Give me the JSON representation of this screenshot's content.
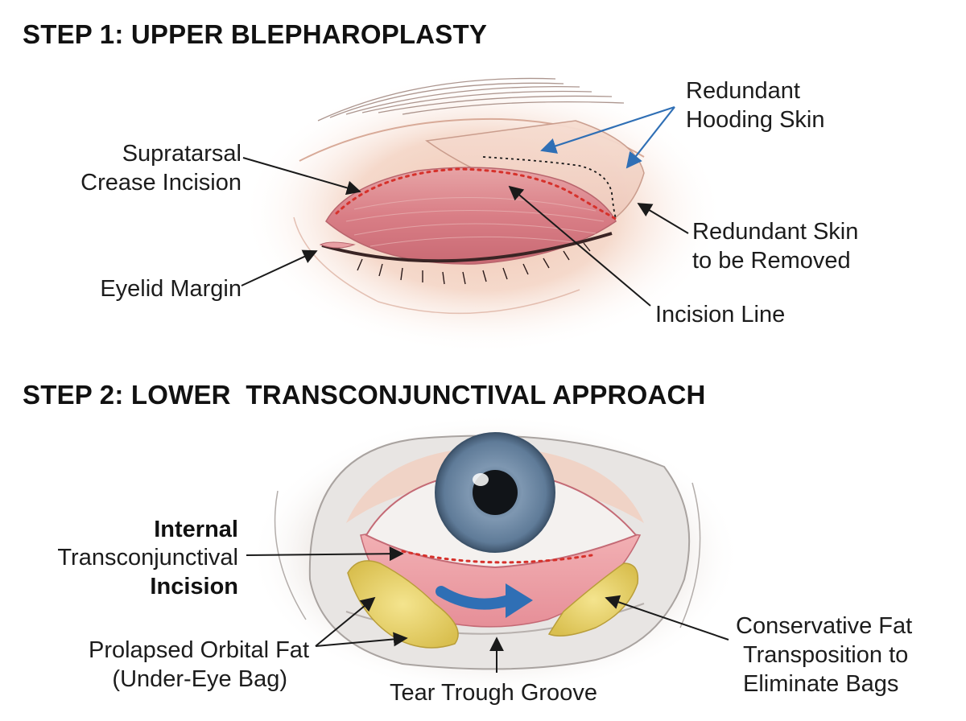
{
  "step1": {
    "title": "STEP 1: UPPER BLEPHAROPLASTY",
    "labels": {
      "supratarsal_line1": "Supratarsal",
      "supratarsal_line2": "Crease Incision",
      "eyelid_margin": "Eyelid Margin",
      "hooding_line1": "Redundant",
      "hooding_line2": "Hooding Skin",
      "removed_line1": "Redundant Skin",
      "removed_line2": "to be Removed",
      "incision_line": "Incision Line"
    }
  },
  "step2": {
    "title": "STEP 2: LOWER  TRANSCONJUNCTIVAL APPROACH",
    "labels": {
      "internal_line1": "Internal",
      "internal_line2": "Transconjunctival",
      "internal_line3": "Incision",
      "prolapsed_line1": "Prolapsed Orbital Fat",
      "prolapsed_line2": "(Under-Eye Bag)",
      "tear_trough": "Tear Trough Groove",
      "conservative_line1": "Conservative Fat",
      "conservative_line2": "Transposition to",
      "conservative_line3": "Eliminate Bags"
    }
  },
  "colors": {
    "incision_dots": "#d6312b",
    "blue_arrow": "#2f6fb5",
    "iris": "#6f8aa6",
    "fat": "#e9d56a",
    "skin": "#f2d2c3"
  }
}
